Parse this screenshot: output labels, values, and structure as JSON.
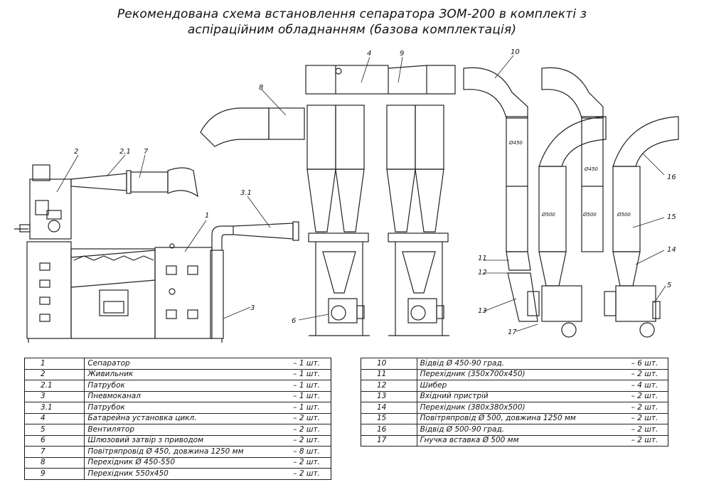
{
  "title": {
    "line1": "Рекомендована схема встановлення сепаратора ЗОМ-200 в комплекті з",
    "line2": "аспіраційним обладнанням (базова комплектація)"
  },
  "callouts": {
    "c1": "1",
    "c2": "2",
    "c21": "2.1",
    "c3": "3",
    "c31": "3.1",
    "c4": "4",
    "c5": "5",
    "c6": "6",
    "c7": "7",
    "c8": "8",
    "c9": "9",
    "c10": "10",
    "c11": "11",
    "c12": "12",
    "c13": "13",
    "c14": "14",
    "c15": "15",
    "c16": "16",
    "c17": "17"
  },
  "dimensions": {
    "d450a": "Ø450",
    "d450b": "Ø450",
    "d500a": "Ø500",
    "d500b": "Ø500",
    "d500c": "Ø500"
  },
  "spec_left": [
    {
      "num": "1",
      "name": "Сепаратор",
      "qty": "– 1 шт."
    },
    {
      "num": "2",
      "name": "Живильник",
      "qty": "– 1 шт."
    },
    {
      "num": "2.1",
      "name": "Патрубок",
      "qty": "– 1 шт."
    },
    {
      "num": "3",
      "name": "Пневмоканал",
      "qty": "– 1 шт."
    },
    {
      "num": "3.1",
      "name": "Патрубок",
      "qty": "– 1 шт."
    },
    {
      "num": "4",
      "name": "Батарейна установка цикл.",
      "qty": "– 2 шт."
    },
    {
      "num": "5",
      "name": "Вентилятор",
      "qty": "– 2 шт."
    },
    {
      "num": "6",
      "name": "Шлюзовий затвір з приводом",
      "qty": "– 2 шт."
    },
    {
      "num": "7",
      "name": "Повітряпровід Ø 450, довжина 1250 мм",
      "qty": "– 8 шт."
    },
    {
      "num": "8",
      "name": "Перехідник Ø 450-550",
      "qty": "– 2 шт."
    },
    {
      "num": "9",
      "name": "Перехідник 550х450",
      "qty": "– 2 шт."
    }
  ],
  "spec_right": [
    {
      "num": "10",
      "name": "Відвід Ø 450-90 град.",
      "qty": "– 6 шт."
    },
    {
      "num": "11",
      "name": "Перехідник (350х700х450)",
      "qty": "– 2 шт."
    },
    {
      "num": "12",
      "name": "Шибер",
      "qty": "– 4 шт."
    },
    {
      "num": "13",
      "name": "Вхідний пристрій",
      "qty": "– 2 шт."
    },
    {
      "num": "14",
      "name": "Перехідник (380х380х500)",
      "qty": "– 2 шт."
    },
    {
      "num": "15",
      "name": "Повітряпровід Ø 500, довжина 1250 мм",
      "qty": "– 2 шт."
    },
    {
      "num": "16",
      "name": "Відвід Ø 500-90 град.",
      "qty": "– 2 шт."
    },
    {
      "num": "17",
      "name": "Гнучка вставка Ø 500 мм",
      "qty": "– 2 шт."
    }
  ]
}
